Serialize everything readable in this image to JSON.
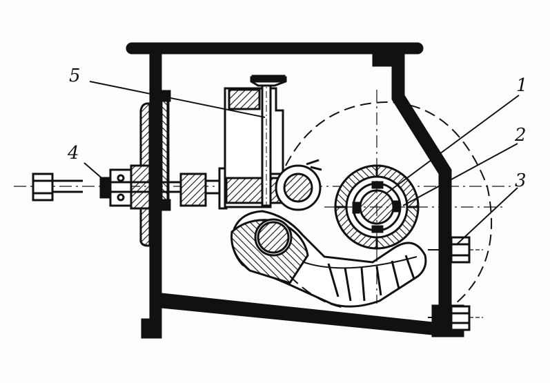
{
  "labels": {
    "l1": "1",
    "l2": "2",
    "l3": "3",
    "l4": "4",
    "l5": "5"
  },
  "colors": {
    "ink": "#111111",
    "paper": "#fdfdfd"
  }
}
